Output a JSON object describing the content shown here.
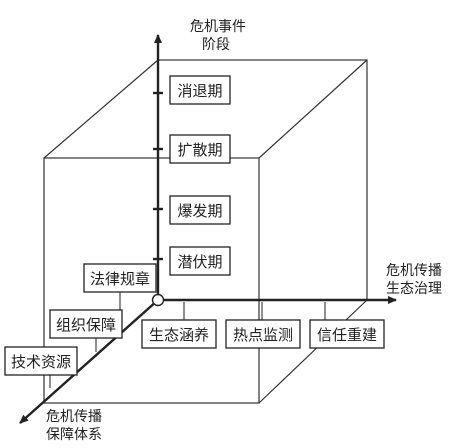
{
  "axes": {
    "vertical": {
      "line1": "危机事件",
      "line2": "阶段"
    },
    "horizontal": {
      "line1": "危机传播",
      "line2": "生态治理"
    },
    "depth": {
      "line1": "危机传播",
      "line2": "保障体系"
    }
  },
  "stages": [
    "消退期",
    "扩散期",
    "爆发期",
    "潜伏期"
  ],
  "governance": [
    "生态涵养",
    "热点监测",
    "信任重建"
  ],
  "support": [
    "法律规章",
    "组织保障",
    "技术资源"
  ]
}
